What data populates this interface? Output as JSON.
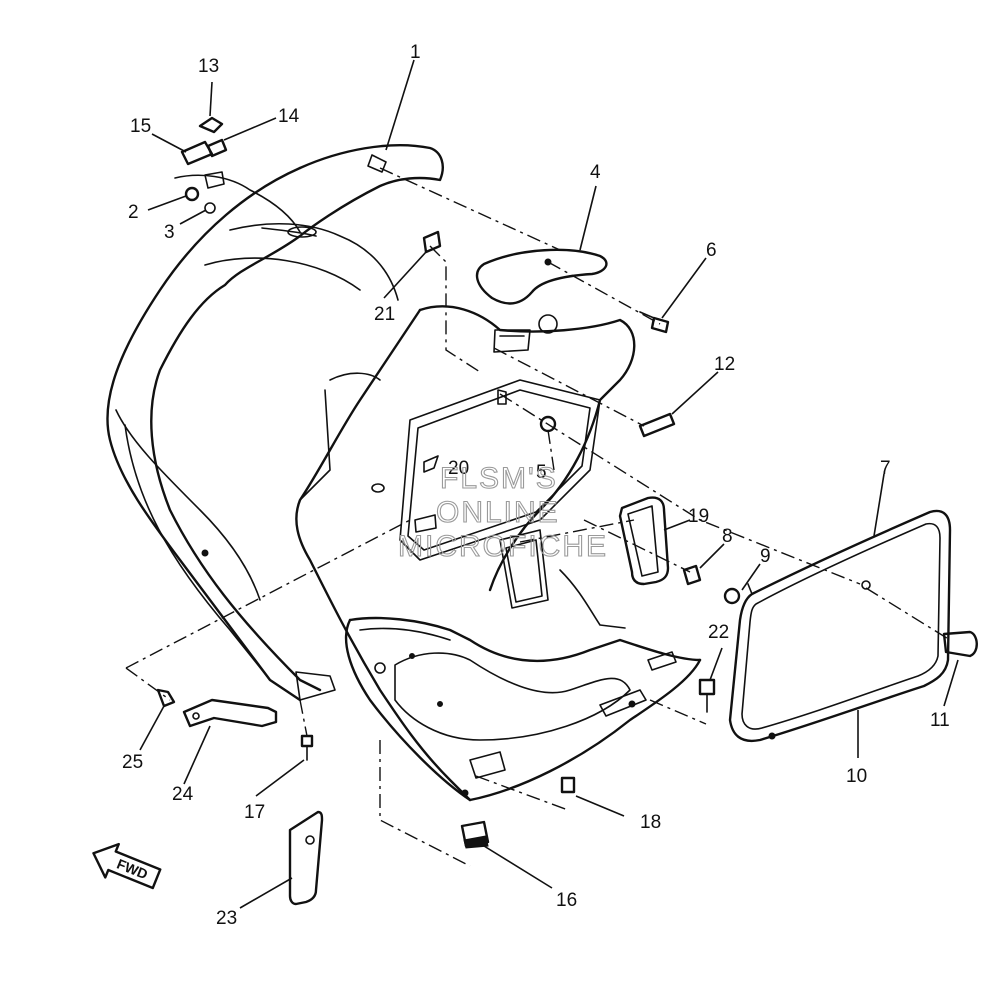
{
  "diagram": {
    "callouts": [
      {
        "id": "1",
        "label": "1"
      },
      {
        "id": "2",
        "label": "2"
      },
      {
        "id": "3",
        "label": "3"
      },
      {
        "id": "4",
        "label": "4"
      },
      {
        "id": "5",
        "label": "5"
      },
      {
        "id": "6",
        "label": "6"
      },
      {
        "id": "7",
        "label": "7"
      },
      {
        "id": "8",
        "label": "8"
      },
      {
        "id": "9",
        "label": "9"
      },
      {
        "id": "10",
        "label": "10"
      },
      {
        "id": "11",
        "label": "11"
      },
      {
        "id": "12",
        "label": "12"
      },
      {
        "id": "13",
        "label": "13"
      },
      {
        "id": "14",
        "label": "14"
      },
      {
        "id": "15",
        "label": "15"
      },
      {
        "id": "16",
        "label": "16"
      },
      {
        "id": "17",
        "label": "17"
      },
      {
        "id": "18",
        "label": "18"
      },
      {
        "id": "19",
        "label": "19"
      },
      {
        "id": "20",
        "label": "20"
      },
      {
        "id": "21",
        "label": "21"
      },
      {
        "id": "22",
        "label": "22"
      },
      {
        "id": "23",
        "label": "23"
      },
      {
        "id": "24",
        "label": "24"
      },
      {
        "id": "25",
        "label": "25"
      }
    ],
    "direction_arrow": "FWD",
    "watermark_lines": [
      "FLSM'S",
      "ONLINE",
      "MICROFICHE"
    ],
    "line_color": "#111111",
    "watermark_color": "#9a9a9a"
  }
}
